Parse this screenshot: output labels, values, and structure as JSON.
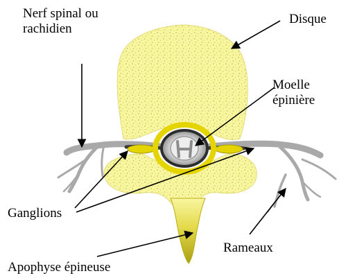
{
  "labels": {
    "nerf": "Nerf spinal ou\nrachidien",
    "disque": "Disque",
    "moelle": "Moelle\népinière",
    "ganglions": "Ganglions",
    "rameaux": "Rameaux",
    "apophyse": "Apophyse épineuse"
  },
  "colors": {
    "bone": "#f9f6a0",
    "bone_speckle": "#c8c45a",
    "bone_edge": "#e2dc7a",
    "nerve": "#a9a9a9",
    "nerve_dark": "#3a3a3a",
    "ganglion": "#e4d400",
    "cord": "#cfcfcf",
    "membrane": "#2d2d2d",
    "spine_tip": "#b8ad14",
    "arrow": "#000000"
  }
}
